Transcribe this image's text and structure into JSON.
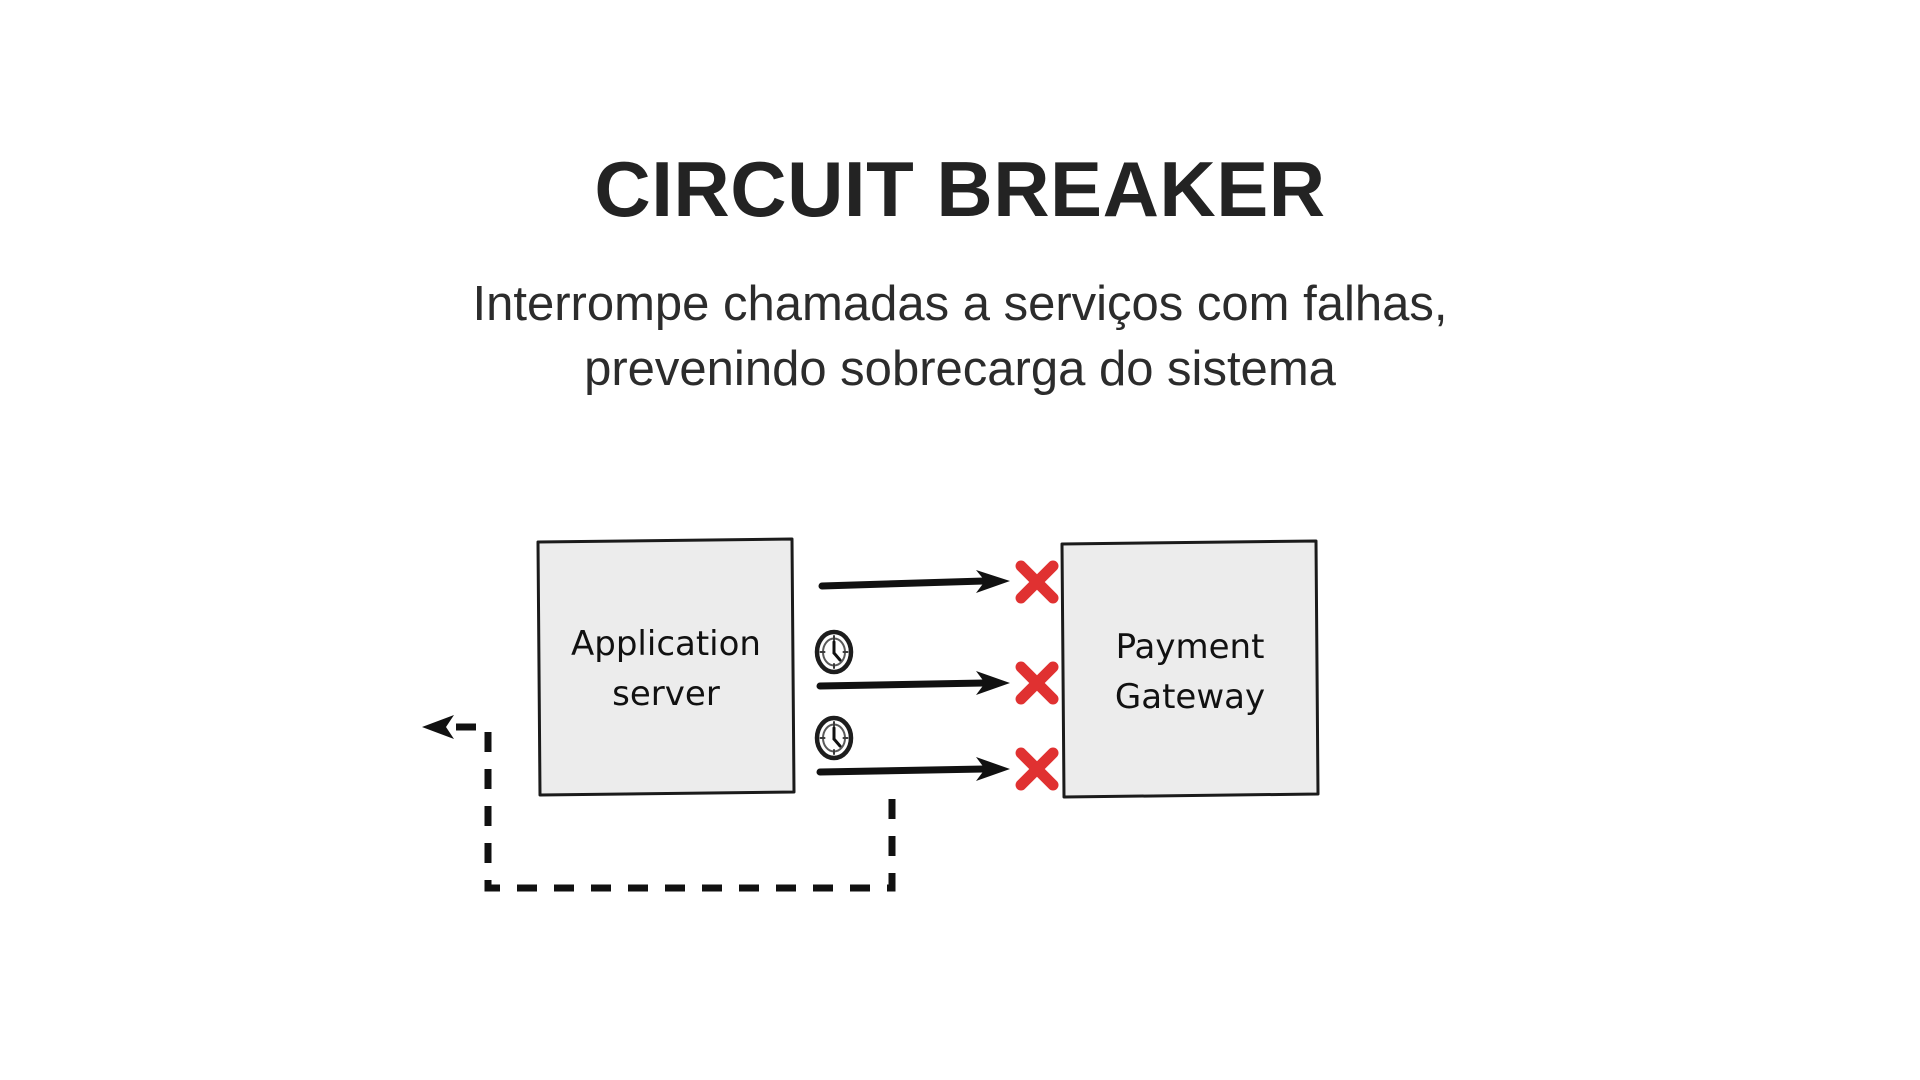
{
  "page": {
    "background_color": "#ffffff",
    "title": "CIRCUIT BREAKER",
    "title_color": "#232323",
    "subtitle_line_1": "Interrompe chamadas a serviços com falhas,",
    "subtitle_line_2": "prevenindo sobrecarga do sistema",
    "subtitle_color": "#2c2c2c"
  },
  "diagram": {
    "style": "hand-drawn",
    "nodes": [
      {
        "id": "application-server",
        "label_line_1": "Application",
        "label_line_2": "server",
        "fill_color": "#ececec",
        "border_color": "#1b1b1b"
      },
      {
        "id": "payment-gateway",
        "label_line_1": "Payment",
        "label_line_2": "Gateway",
        "fill_color": "#ececec",
        "border_color": "#1b1b1b"
      }
    ],
    "calls": [
      {
        "index": 1,
        "has_clock_icon": false,
        "result": "failed",
        "marker": "x-mark"
      },
      {
        "index": 2,
        "has_clock_icon": true,
        "result": "failed",
        "marker": "x-mark"
      },
      {
        "index": 3,
        "has_clock_icon": true,
        "result": "failed",
        "marker": "x-mark"
      }
    ],
    "failure_marker_color": "#e03131",
    "arrow_color": "#111111",
    "fallback_path": {
      "style": "dashed",
      "direction": "right-to-left",
      "color": "#111111"
    },
    "icons": {
      "clock": "clock-icon",
      "failure": "x-mark-icon",
      "arrow": "arrow-right-icon",
      "fallback_arrow": "arrow-left-icon"
    }
  }
}
